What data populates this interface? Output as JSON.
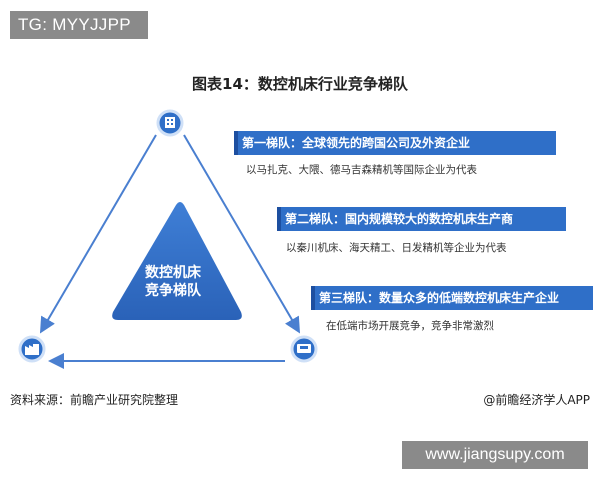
{
  "overlay": {
    "top_label": "TG: MYYJJPP",
    "bottom_label": "www.jiangsupy.com"
  },
  "figure": {
    "title": "图表14：数控机床行业竞争梯队",
    "center_label_line1": "数控机床",
    "center_label_line2": "竞争梯队"
  },
  "tiers": [
    {
      "heading": "第一梯队：全球领先的跨国公司及外资企业",
      "description": "以马扎克、大隈、德马吉森精机等国际企业为代表"
    },
    {
      "heading": "第二梯队：国内规模较大的数控机床生产商",
      "description": "以秦川机床、海天精工、日发精机等企业为代表"
    },
    {
      "heading": "第三梯队：数量众多的低端数控机床生产企业",
      "description": "在低端市场开展竞争，竞争非常激烈"
    }
  ],
  "footer": {
    "source": "资料来源：前瞻产业研究院整理",
    "brand": "@前瞻经济学人APP"
  },
  "icons": [
    "building-icon",
    "factory-icon",
    "machine-icon"
  ],
  "colors": {
    "accent": "#2f6fc8",
    "accent_dark": "#1d4fa0",
    "line": "#4a7fd0",
    "overlay_gray": "#8a8a8a"
  }
}
